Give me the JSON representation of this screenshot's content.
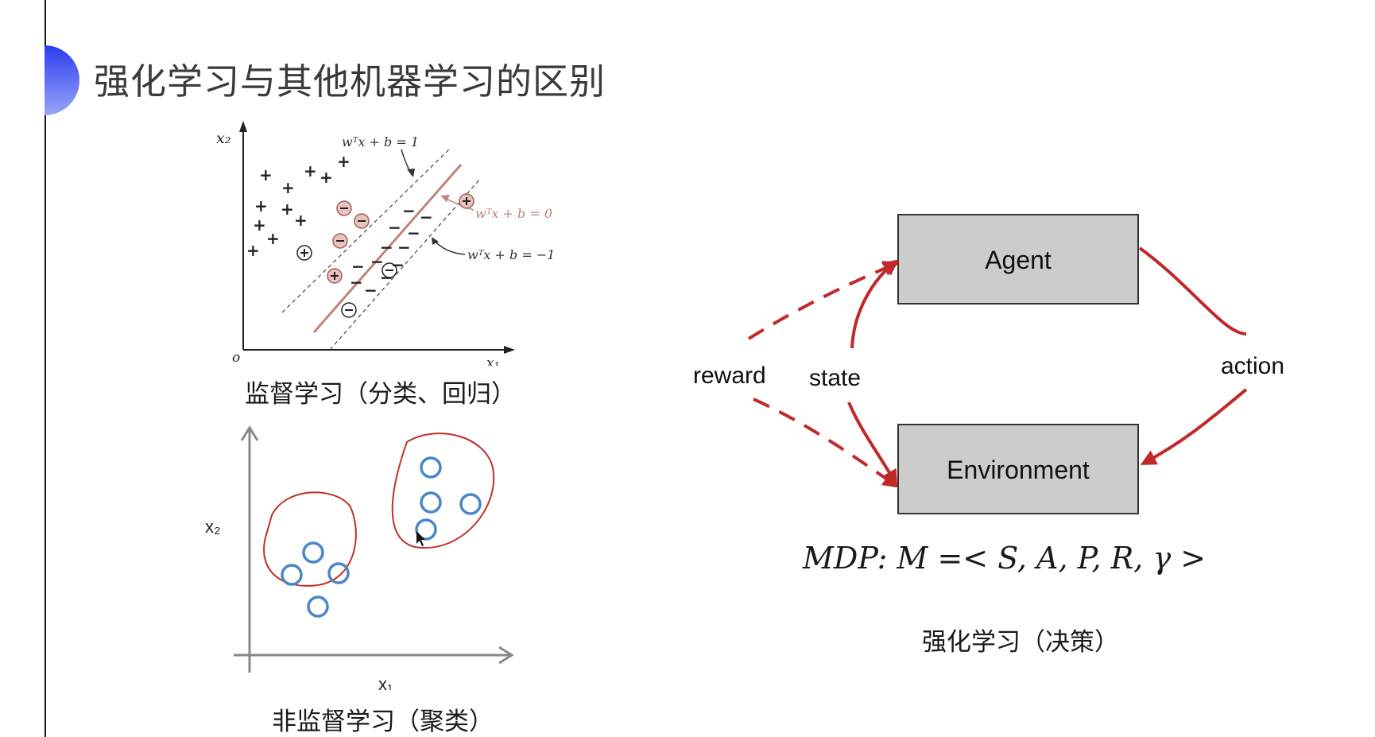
{
  "slide": {
    "title": "强化学习与其他机器学习的区别"
  },
  "supervised": {
    "caption": "监督学习（分类、回归）",
    "axis_y": "x₂",
    "origin": "o",
    "axis_x": "x₁",
    "boundary_pos": "wᵀx + b = 1",
    "boundary_mid": "wᵀx + b = 0",
    "boundary_neg": "wᵀx + b = −1",
    "plus_sign": "+",
    "minus_sign": "−",
    "colors": {
      "hyperplane": "#c0847a",
      "margin": "#333333",
      "sv_fill": "#e8c2bc"
    }
  },
  "unsupervised": {
    "caption": "非监督学习（聚类）",
    "axis_y": "x₂",
    "axis_x": "x₁",
    "colors": {
      "points": "#4a86c8",
      "clusters": "#c0302a",
      "axes": "#888888"
    }
  },
  "rl": {
    "agent_label": "Agent",
    "environment_label": "Environment",
    "reward_label": "reward",
    "state_label": "state",
    "action_label": "action",
    "mdp_formula": "MDP: M =< S, A, P, R, γ >",
    "caption": "强化学习（决策）",
    "colors": {
      "arrows": "#c0282a",
      "box_fill": "#cccccc",
      "box_border": "#333333"
    }
  }
}
